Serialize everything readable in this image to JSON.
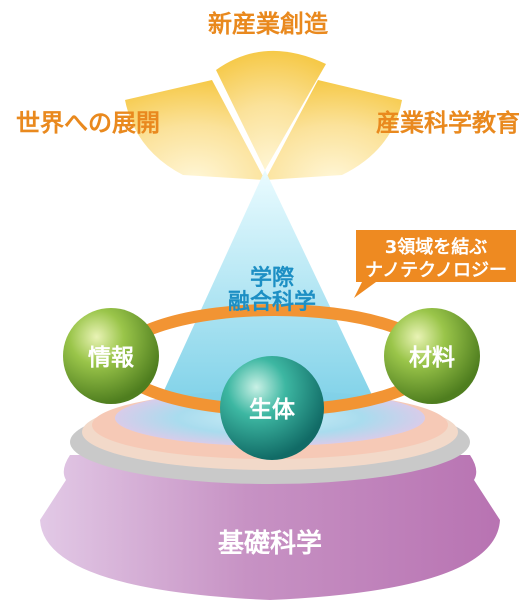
{
  "top_labels": {
    "new_industry": "新産業創造",
    "global": "世界への展開",
    "education": "産業科学教育"
  },
  "cone_label": [
    "学際",
    "融合科学"
  ],
  "callout": [
    "3領域を結ぶ",
    "ナノテクノロジー"
  ],
  "spheres": {
    "info": "情報",
    "bio": "生体",
    "materials": "材料"
  },
  "base_label": "基礎科学",
  "colors": {
    "orange_text": "#e9891e",
    "ring": "#f29433",
    "callout": "#ee8a21",
    "sphere_green": "#7cb342",
    "sphere_teal": "#2a9d8f",
    "base_purple": "#c58ec2",
    "petal_yellow": "#f7cf5c"
  }
}
